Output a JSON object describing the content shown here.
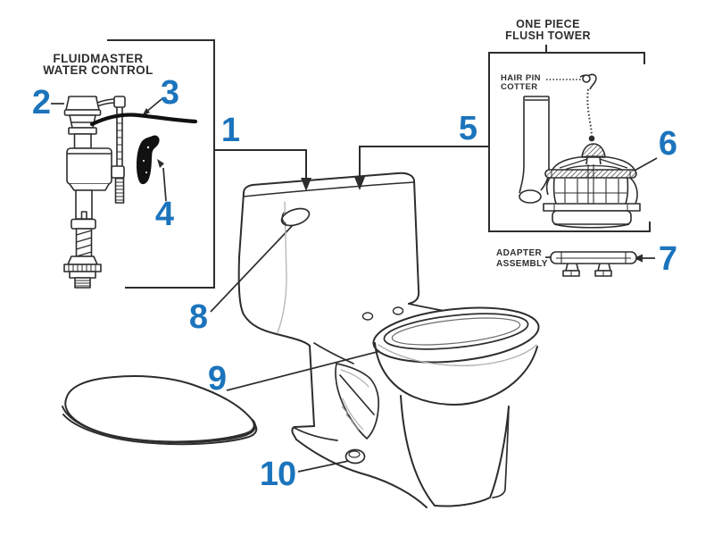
{
  "titles": {
    "fluidmaster_line1": "FLUIDMASTER",
    "fluidmaster_line2": "WATER CONTROL",
    "flush_tower_line1": "ONE PIECE",
    "flush_tower_line2": "FLUSH TOWER"
  },
  "part_labels": {
    "hair_pin_line1": "HAIR PIN",
    "hair_pin_line2": "COTTER",
    "adapter_line1": "ADAPTER",
    "adapter_line2": "ASSEMBLY"
  },
  "callouts": {
    "c1": "1",
    "c2": "2",
    "c3": "3",
    "c4": "4",
    "c5": "5",
    "c6": "6",
    "c7": "7",
    "c8": "8",
    "c9": "9",
    "c10": "10"
  },
  "colors": {
    "callout_blue": "#1b74bc",
    "line_dark": "#2d2d2d",
    "line_light": "#b3b3b3",
    "hose_black": "#111111"
  }
}
